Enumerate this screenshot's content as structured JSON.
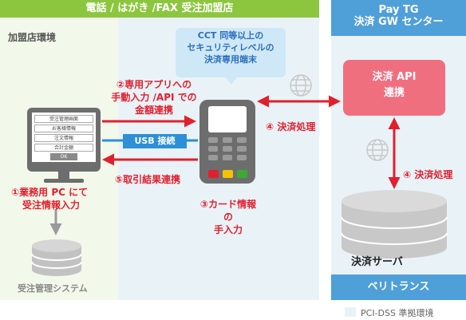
{
  "header": {
    "left_title": "電話 / はがき /FAX 受注加盟店",
    "right_title_line1": "Pay TG",
    "right_title_line2": "決済 GW センター"
  },
  "zones": {
    "store_env": "加盟店環境"
  },
  "bubble": {
    "line1": "CCT 同等以上の",
    "line2": "セキュリティレベルの",
    "line3": "決済専用端末"
  },
  "pc": {
    "rows": [
      "受注管理画面",
      "お客様情報",
      "注文情報",
      "合計金額"
    ],
    "ok": "OK"
  },
  "steps": {
    "s1_line1": "①業務用 PC にて",
    "s1_line2": "受注情報入力",
    "s2_line1": "②専用アプリへの",
    "s2_line2": "手動入力 /API での",
    "s2_line3": "金額連携",
    "s3_line1": "③カード情報の",
    "s3_line2": "手入力",
    "s4a": "④ 決済処理",
    "s4b": "④ 決済処理",
    "s5": "⑤取引結果連携"
  },
  "usb": "USB 接続",
  "api": {
    "line1": "決済 API",
    "line2": "連携"
  },
  "server": "決済サーバ",
  "veritrans": "ベリトランス",
  "pc_system": "受注管理システム",
  "legend": "PCI-DSS 準拠環境",
  "colors": {
    "green": "#8cc63f",
    "blue": "#4f9fd9",
    "red": "#e0202f",
    "pink": "#f06f7f",
    "pci_bg": "#e9f3f7"
  }
}
